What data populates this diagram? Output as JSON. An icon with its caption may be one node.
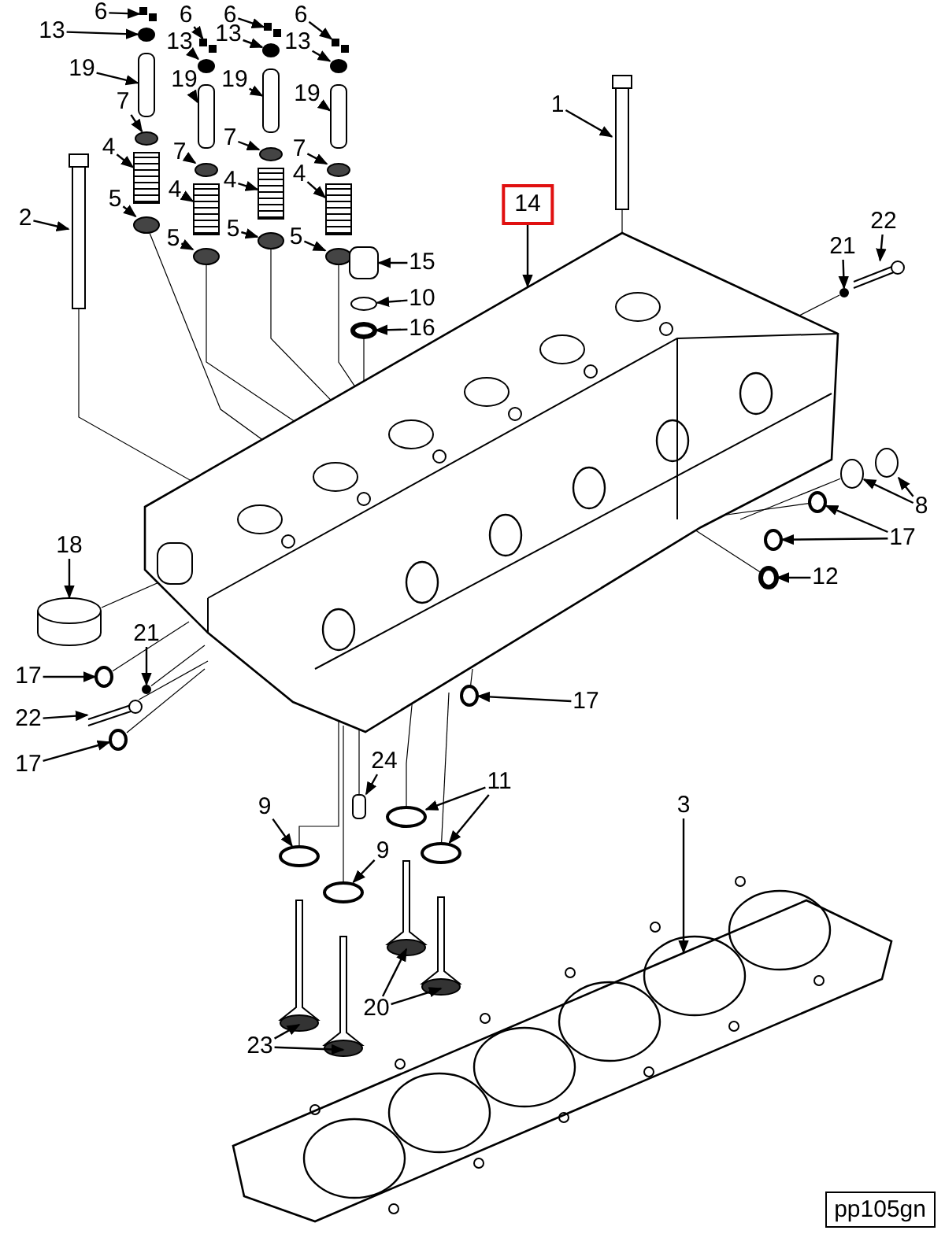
{
  "diagram": {
    "nodes": [
      {
        "text": [
          "6"
        ]
      },
      {
        "text": [
          "13"
        ]
      },
      {
        "text": [
          "6"
        ]
      },
      {
        "text": [
          "6"
        ]
      },
      {
        "text": [
          "6"
        ]
      },
      {
        "text": [
          "13"
        ]
      },
      {
        "text": [
          "13"
        ]
      },
      {
        "text": [
          "13"
        ]
      },
      {
        "text": [
          "19"
        ]
      },
      {
        "text": [
          "19"
        ]
      },
      {
        "text": [
          "19"
        ]
      },
      {
        "text": [
          "19"
        ]
      },
      {
        "text": [
          "1"
        ]
      },
      {
        "text": [
          "7"
        ]
      },
      {
        "text": [
          "7"
        ]
      },
      {
        "text": [
          "7"
        ]
      },
      {
        "text": [
          "7"
        ]
      },
      {
        "text": [
          "4"
        ]
      },
      {
        "text": [
          "4"
        ]
      },
      {
        "text": [
          "4"
        ]
      },
      {
        "text": [
          "4"
        ]
      },
      {
        "text": [
          "14"
        ]
      },
      {
        "text": [
          "2"
        ]
      },
      {
        "text": [
          "22"
        ]
      },
      {
        "text": [
          "5"
        ]
      },
      {
        "text": [
          "5"
        ]
      },
      {
        "text": [
          "5"
        ]
      },
      {
        "text": [
          "5"
        ]
      },
      {
        "text": [
          "21"
        ]
      },
      {
        "text": [
          "15"
        ]
      },
      {
        "text": [
          "10"
        ]
      },
      {
        "text": [
          "16"
        ]
      },
      {
        "text": [
          "8"
        ]
      },
      {
        "text": [
          "18"
        ]
      },
      {
        "text": [
          "17"
        ]
      },
      {
        "text": [
          "12"
        ]
      },
      {
        "text": [
          "21"
        ]
      },
      {
        "text": [
          "17"
        ]
      },
      {
        "text": [
          "17"
        ]
      },
      {
        "text": [
          "22"
        ]
      },
      {
        "text": [
          "24"
        ]
      },
      {
        "text": [
          "11"
        ]
      },
      {
        "text": [
          "9"
        ]
      },
      {
        "text": [
          "3"
        ]
      },
      {
        "text": [
          "9"
        ]
      },
      {
        "text": [
          "20"
        ]
      },
      {
        "text": [
          "23"
        ]
      },
      {
        "text": [
          "17"
        ]
      },
      {
        "text": [],
        "shape": "picture"
      },
      {
        "text": [],
        "shape": "circle"
      },
      {
        "text": [],
        "shape": "picture"
      },
      {
        "text": [],
        "shape": "picture"
      },
      {
        "text": [],
        "shape": "picture"
      },
      {
        "text": [],
        "shape": "circle"
      },
      {
        "text": [],
        "shape": "circle"
      },
      {
        "text": [],
        "shape": "circle"
      },
      {
        "text": [],
        "shape": "box"
      },
      {
        "text": [],
        "shape": "box"
      },
      {
        "text": [],
        "shape": "box"
      },
      {
        "text": [],
        "shape": "box"
      },
      {
        "text": [],
        "shape": "picture"
      },
      {
        "text": [],
        "shape": "circle"
      },
      {
        "text": [],
        "shape": "circle"
      },
      {
        "text": [],
        "shape": "circle"
      },
      {
        "text": [],
        "shape": "circle"
      },
      {
        "text": [],
        "shape": "picture"
      },
      {
        "text": [],
        "shape": "picture"
      },
      {
        "text": [],
        "shape": "picture"
      },
      {
        "text": [],
        "shape": "picture"
      },
      {
        "text": [],
        "shape": "picture"
      },
      {
        "text": [],
        "shape": "picture"
      },
      {
        "text": [],
        "shape": "picture"
      },
      {
        "text": [],
        "shape": "circle"
      },
      {
        "text": [],
        "shape": "circle"
      },
      {
        "text": [],
        "shape": "circle"
      },
      {
        "text": [],
        "shape": "circle"
      },
      {
        "text": [],
        "shape": "circle"
      },
      {
        "text": [],
        "shape": "box"
      },
      {
        "text": [],
        "shape": "circle"
      },
      {
        "text": [],
        "shape": "circle"
      },
      {
        "text": [],
        "shape": "circle"
      },
      {
        "text": [],
        "shape": "circle"
      },
      {
        "text": [],
        "shape": "cylinder"
      },
      {
        "text": [],
        "shape": "circle"
      },
      {
        "text": [],
        "shape": "circle"
      },
      {
        "text": [],
        "shape": "circle"
      },
      {
        "text": [],
        "shape": "circle"
      },
      {
        "text": [],
        "shape": "circle"
      },
      {
        "text": [],
        "shape": "circle"
      },
      {
        "text": [],
        "shape": "picture"
      },
      {
        "text": [],
        "shape": "box"
      },
      {
        "text": [],
        "shape": "circle"
      },
      {
        "text": [],
        "shape": "circle"
      },
      {
        "text": [],
        "shape": "circle"
      },
      {
        "text": [],
        "shape": "picture"
      },
      {
        "text": [],
        "shape": "circle"
      },
      {
        "text": [],
        "shape": "picture"
      },
      {
        "text": [],
        "shape": "picture"
      },
      {
        "text": [],
        "shape": "picture"
      },
      {
        "text": [],
        "shape": "picture"
      },
      {
        "text": [],
        "shape": "circle"
      }
    ],
    "edges": [
      {
        "from": 0,
        "to": 48,
        "arrow": "to"
      },
      {
        "from": 1,
        "to": 49,
        "arrow": "to"
      },
      {
        "from": 2,
        "to": 50,
        "arrow": "to"
      },
      {
        "from": 3,
        "to": 51,
        "arrow": "to"
      },
      {
        "from": 4,
        "to": 52,
        "arrow": "to"
      },
      {
        "from": 5,
        "to": 53,
        "arrow": "to"
      },
      {
        "from": 6,
        "to": 54,
        "arrow": "to"
      },
      {
        "from": 7,
        "to": 55,
        "arrow": "to"
      },
      {
        "from": 8,
        "to": 56,
        "arrow": "to"
      },
      {
        "from": 9,
        "to": 57,
        "arrow": "to"
      },
      {
        "from": 10,
        "to": 58,
        "arrow": "to"
      },
      {
        "from": 11,
        "to": 59,
        "arrow": "to"
      },
      {
        "from": 12,
        "to": 60,
        "arrow": "to"
      },
      {
        "from": 13,
        "to": 61,
        "arrow": "to"
      },
      {
        "from": 14,
        "to": 62,
        "arrow": "to"
      },
      {
        "from": 15,
        "to": 63,
        "arrow": "to"
      },
      {
        "from": 16,
        "to": 64,
        "arrow": "to"
      },
      {
        "from": 17,
        "to": 65,
        "arrow": "to"
      },
      {
        "from": 18,
        "to": 66,
        "arrow": "to"
      },
      {
        "from": 19,
        "to": 67,
        "arrow": "to"
      },
      {
        "from": 20,
        "to": 68,
        "arrow": "to"
      },
      {
        "from": 21,
        "to": 69,
        "arrow": "to"
      },
      {
        "from": 22,
        "to": 70,
        "arrow": "to"
      },
      {
        "from": 23,
        "to": 71,
        "arrow": "to"
      },
      {
        "from": 24,
        "to": 72,
        "arrow": "to"
      },
      {
        "from": 25,
        "to": 73,
        "arrow": "to"
      },
      {
        "from": 26,
        "to": 74,
        "arrow": "to"
      },
      {
        "from": 27,
        "to": 75,
        "arrow": "to"
      },
      {
        "from": 28,
        "to": 76,
        "arrow": "to"
      },
      {
        "from": 29,
        "to": 77,
        "arrow": "to"
      },
      {
        "from": 30,
        "to": 78,
        "arrow": "to"
      },
      {
        "from": 31,
        "to": 79,
        "arrow": "to"
      },
      {
        "from": 32,
        "to": 80,
        "arrow": "to"
      },
      {
        "from": 32,
        "to": 81,
        "arrow": "to"
      },
      {
        "from": 33,
        "to": 82,
        "arrow": "to"
      },
      {
        "from": 34,
        "to": 83,
        "arrow": "to"
      },
      {
        "from": 34,
        "to": 84,
        "arrow": "to"
      },
      {
        "from": 35,
        "to": 85,
        "arrow": "to"
      },
      {
        "from": 36,
        "to": 86,
        "arrow": "to"
      },
      {
        "from": 37,
        "to": 87,
        "arrow": "to"
      },
      {
        "from": 38,
        "to": 88,
        "arrow": "to"
      },
      {
        "from": 39,
        "to": 89,
        "arrow": "to"
      },
      {
        "from": 40,
        "to": 90,
        "arrow": "to"
      },
      {
        "from": 41,
        "to": 91,
        "arrow": "to"
      },
      {
        "from": 41,
        "to": 92,
        "arrow": "to"
      },
      {
        "from": 42,
        "to": 93,
        "arrow": "to"
      },
      {
        "from": 43,
        "to": 94,
        "arrow": "to"
      },
      {
        "from": 44,
        "to": 95,
        "arrow": "to"
      },
      {
        "from": 45,
        "to": 96,
        "arrow": "to"
      },
      {
        "from": 45,
        "to": 97,
        "arrow": "to"
      },
      {
        "from": 46,
        "to": 98,
        "arrow": "to"
      },
      {
        "from": 46,
        "to": 99,
        "arrow": "to"
      },
      {
        "from": 47,
        "to": 100,
        "arrow": "to"
      },
      {
        "from": 70,
        "to": 69,
        "arrow": "none"
      },
      {
        "from": 72,
        "to": 69,
        "arrow": "none"
      },
      {
        "from": 73,
        "to": 69,
        "arrow": "none"
      },
      {
        "from": 74,
        "to": 69,
        "arrow": "none"
      },
      {
        "from": 75,
        "to": 69,
        "arrow": "none"
      },
      {
        "from": 79,
        "to": 69,
        "arrow": "none"
      },
      {
        "from": 60,
        "to": 69,
        "arrow": "none"
      },
      {
        "from": 76,
        "to": 69,
        "arrow": "none"
      },
      {
        "from": 80,
        "to": 69,
        "arrow": "none"
      },
      {
        "from": 83,
        "to": 69,
        "arrow": "none"
      },
      {
        "from": 85,
        "to": 69,
        "arrow": "none"
      },
      {
        "from": 82,
        "to": 69,
        "arrow": "none"
      },
      {
        "from": 87,
        "to": 69,
        "arrow": "none"
      },
      {
        "from": 86,
        "to": 69,
        "arrow": "none"
      },
      {
        "from": 89,
        "to": 69,
        "arrow": "none"
      },
      {
        "from": 100,
        "to": 69,
        "arrow": "none"
      },
      {
        "from": 90,
        "to": 69,
        "arrow": "none"
      },
      {
        "from": 91,
        "to": 69,
        "arrow": "none"
      },
      {
        "from": 92,
        "to": 69,
        "arrow": "none"
      },
      {
        "from": 93,
        "to": 69,
        "arrow": "none"
      },
      {
        "from": 95,
        "to": 69,
        "arrow": "none"
      },
      {
        "from": 88,
        "to": 69,
        "arrow": "none"
      }
    ],
    "labels": [
      "pp105gn"
    ]
  }
}
